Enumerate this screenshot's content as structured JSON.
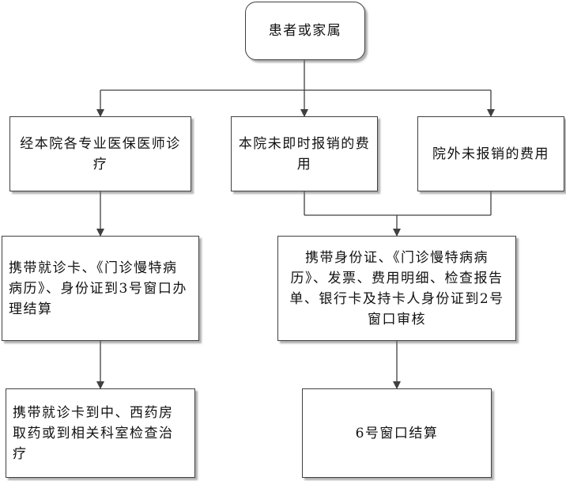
{
  "nodes": {
    "patient": "患者或家属",
    "doctor_visit": "经本院各专业医保医师诊疗",
    "in_hospital_unclaimed": "本院未即时报销的费用",
    "outside_unclaimed": "院外未报销的费用",
    "bring_card_window3": "携带就诊卡、《门诊慢特病病历》、身份证到3号窗口办理结算",
    "bring_docs_window2": "携带身份证、《门诊慢特病病历》、发票、费用明细、检查报告单、银行卡及持卡人身份证到2号窗口审核",
    "pharmacy_or_exam": "携带就诊卡到中、西药房取药或到相关科室检查治疗",
    "window6_settle": "6号窗口结算"
  },
  "colors": {
    "line": "#404040",
    "border": "#404040",
    "text": "#111111"
  }
}
